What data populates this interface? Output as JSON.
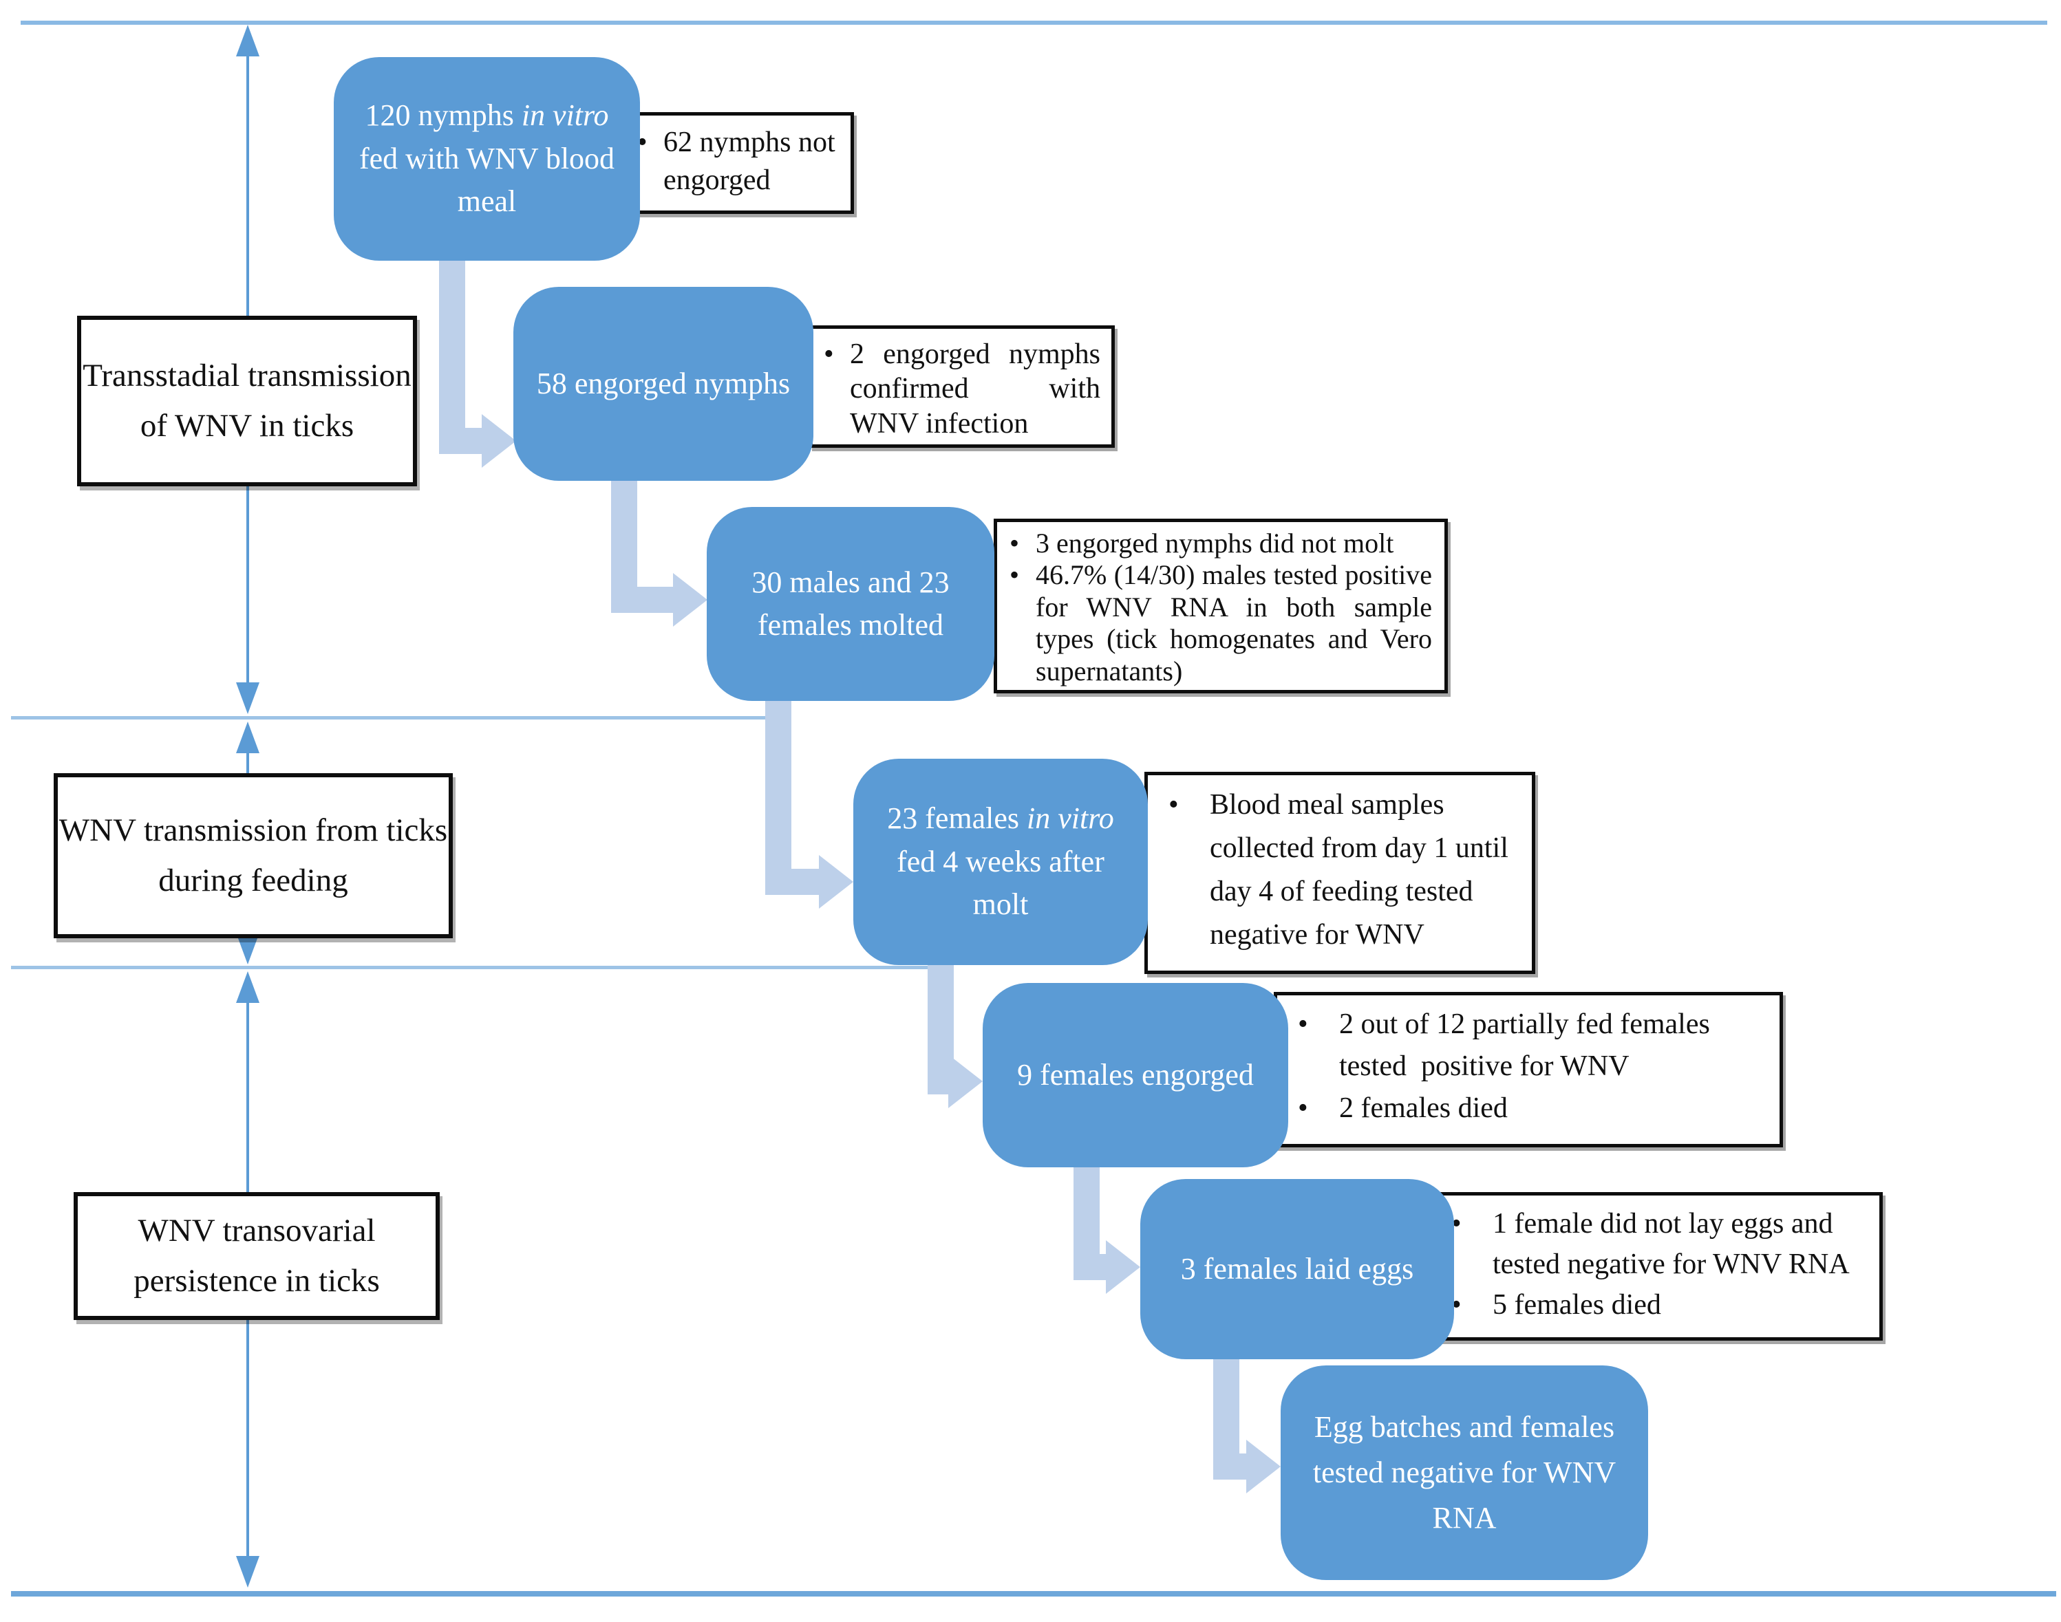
{
  "bullet_char": "•",
  "colors": {
    "node_fill": "#5b9bd5",
    "node_text": "#ffffff",
    "connector": "#bdd0ea",
    "rail_line": "#8ab9e4",
    "section_arrow": "#5b9bd5",
    "box_border": "#0d0d0d"
  },
  "sections": [
    {
      "label": "Transstadial transmission of WNV in ticks"
    },
    {
      "label": "WNV transmission from ticks during feeding"
    },
    {
      "label": "WNV transovarial persistence in ticks"
    }
  ],
  "nodes": [
    {
      "runs": [
        {
          "t": "120 nymphs "
        },
        {
          "t": "in vitro",
          "i": true
        },
        {
          "t": " fed with WNV blood meal"
        }
      ]
    },
    {
      "runs": [
        {
          "t": "58 engorged nymphs"
        }
      ]
    },
    {
      "runs": [
        {
          "t": "30 males and 23 females molted"
        }
      ]
    },
    {
      "runs": [
        {
          "t": "23 females "
        },
        {
          "t": "in vitro",
          "i": true
        },
        {
          "t": " fed 4 weeks after molt"
        }
      ]
    },
    {
      "runs": [
        {
          "t": "9 females engorged"
        }
      ]
    },
    {
      "runs": [
        {
          "t": "3 females laid eggs"
        }
      ]
    },
    {
      "runs": [
        {
          "t": "Egg batches and females tested negative for WNV RNA"
        }
      ]
    }
  ],
  "annotations": [
    {
      "bullets": [
        "62 nymphs not engorged"
      ]
    },
    {
      "bullets": [
        "2 engorged nymphs confirmed with  WNV infection"
      ]
    },
    {
      "bullets": [
        "3 engorged nymphs did not molt",
        "46.7% (14/30) males tested positive for WNV RNA in both sample types (tick homogenates and Vero supernatants)"
      ]
    },
    {
      "bullets": [
        "Blood meal samples collected from day 1 until day 4 of feeding tested negative for WNV"
      ]
    },
    {
      "bullets": [
        "2 out of 12 partially fed females tested  positive for WNV",
        "2 females died"
      ]
    },
    {
      "bullets": [
        "1 female did not lay eggs and tested negative for WNV RNA",
        "5 females died"
      ]
    }
  ]
}
